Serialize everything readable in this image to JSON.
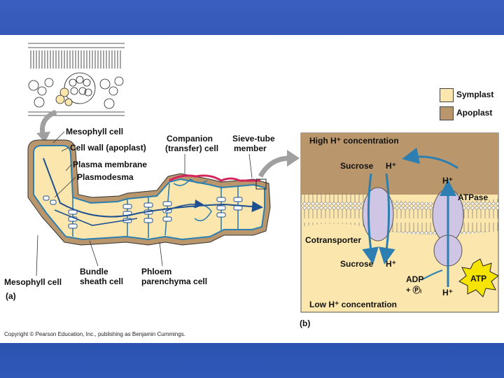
{
  "legend": {
    "symplast": {
      "label": "Symplast",
      "color": "#fbe7ad"
    },
    "apoplast": {
      "label": "Apoplast",
      "color": "#b9966b"
    }
  },
  "panel_a": {
    "tag": "(a)",
    "labels": {
      "mesophyll_top": "Mesophyll cell",
      "cell_wall": "Cell wall (apoplast)",
      "plasma_membrane": "Plasma membrane",
      "plasmodesma": "Plasmodesma",
      "companion_1": "Companion",
      "companion_2": "(transfer) cell",
      "sieve_1": "Sieve-tube",
      "sieve_2": "member",
      "mesophyll_bottom": "Mesophyll cell",
      "bundle_1": "Bundle",
      "bundle_2": "sheath cell",
      "phloem_1": "Phloem",
      "phloem_2": "parenchyma cell"
    }
  },
  "panel_b": {
    "tag": "(b)",
    "labels": {
      "high": "High H⁺ concentration",
      "sucrose_top": "Sucrose",
      "h_top": "H⁺",
      "h_right": "H⁺",
      "atpase": "ATPase",
      "cotransporter": "Cotransporter",
      "sucrose_bottom": "Sucrose",
      "h_bottom": "H⁺",
      "adp": "ADP",
      "pi": "+ Ⓟᵢ",
      "h_lower_right": "H⁺",
      "atp": "ATP",
      "low": "Low H⁺ concentration"
    }
  },
  "copyright": "Copyright © Pearson Education, Inc., publishing as Benjamin Cummings."
}
